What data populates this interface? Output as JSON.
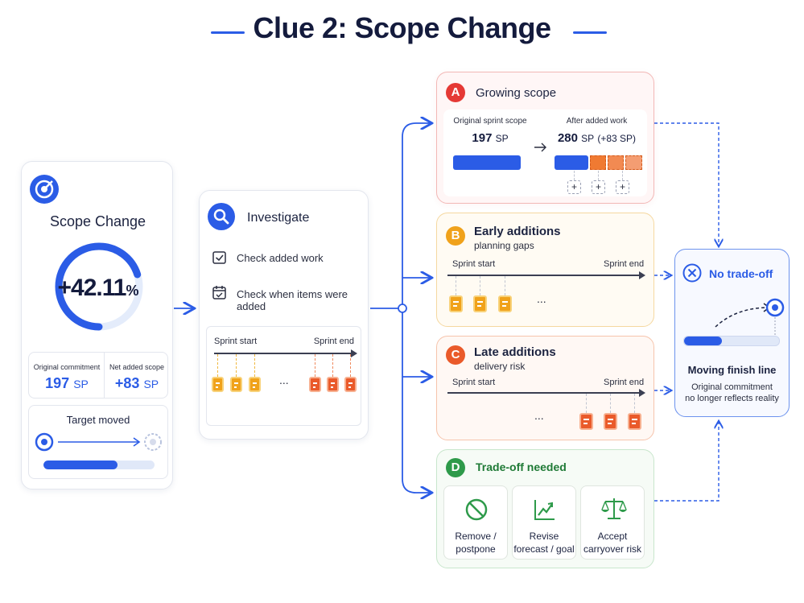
{
  "title": "Clue 2: Scope Change",
  "colors": {
    "blue": "#2b5ce6",
    "red": "#e53935",
    "amber": "#f0a21b",
    "orange": "#ea5a2a",
    "green": "#2e9a4a"
  },
  "left_card": {
    "icon": "target-icon",
    "heading": "Scope Change",
    "ring_fraction": 0.7,
    "change": "+42.11",
    "change_unit": "%",
    "original_label": "Original commitment",
    "original_value": "197",
    "net_label": "Net added scope",
    "net_value": "+83",
    "unit": "SP",
    "target_label": "Target moved",
    "progress_fraction": 0.67
  },
  "investigate": {
    "icon": "magnifier-icon",
    "heading": "Investigate",
    "checks": [
      "Check added work",
      "Check when items were added"
    ],
    "timeline_start": "Sprint start",
    "timeline_end": "Sprint end",
    "ellipsis": "..."
  },
  "card_a": {
    "letter": "A",
    "heading": "Growing scope",
    "original_label": "Original sprint scope",
    "original_value": "197",
    "after_label": "After added work",
    "after_value": "280",
    "after_delta": "(+83 SP)",
    "unit": "SP",
    "plus": "+"
  },
  "card_b": {
    "letter": "B",
    "heading": "Early additions",
    "subheading": "planning gaps",
    "timeline_start": "Sprint start",
    "timeline_end": "Sprint end",
    "ellipsis": "..."
  },
  "card_c": {
    "letter": "C",
    "heading": "Late additions",
    "subheading": "delivery risk",
    "timeline_start": "Sprint start",
    "timeline_end": "Sprint end",
    "ellipsis": "..."
  },
  "card_d": {
    "letter": "D",
    "heading": "Trade-off needed",
    "options": [
      {
        "icon": "prohibited-icon",
        "line1": "Remove /",
        "line2": "postpone"
      },
      {
        "icon": "trend-chart-icon",
        "line1": "Revise",
        "line2": "forecast / goal"
      },
      {
        "icon": "scales-icon",
        "line1": "Accept",
        "line2": "carryover risk"
      }
    ]
  },
  "no_tradeoff": {
    "icon": "x-circle-icon",
    "heading": "No trade-off",
    "progress_fraction": 0.4,
    "title": "Moving finish line",
    "desc_line1": "Original commitment",
    "desc_line2": "no longer reflects reality"
  }
}
